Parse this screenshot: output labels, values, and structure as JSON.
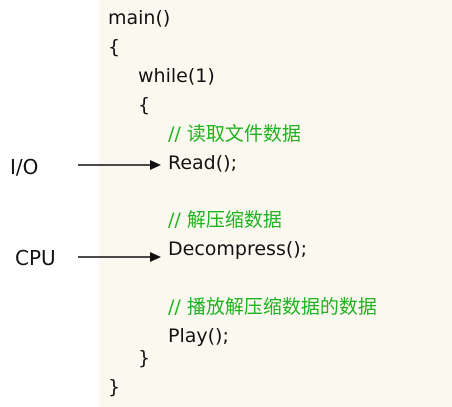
{
  "code": {
    "line1": "main()",
    "line2": "{",
    "line3": "while(1)",
    "line4": "{",
    "comment_read": "// 读取文件数据",
    "line_read": "Read();",
    "comment_decompress": "// 解压缩数据",
    "line_decompress": "Decompress();",
    "comment_play": "// 播放解压缩数据的数据",
    "line_play": "Play();",
    "line_inner_close": "}",
    "line_outer_close": "}"
  },
  "labels": {
    "io": "I/O",
    "cpu": "CPU"
  },
  "colors": {
    "comment": "#1fb31f",
    "text": "#111111",
    "panel_background": "#fbf9ef"
  }
}
